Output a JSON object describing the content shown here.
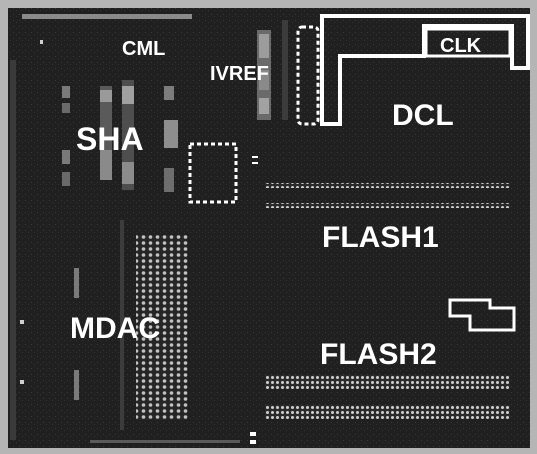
{
  "labels": {
    "cml": "CML",
    "ivref": "IVREF",
    "clk": "CLK",
    "sha": "SHA",
    "dcl": "DCL",
    "flash1": "FLASH1",
    "mdac": "MDAC",
    "flash2": "FLASH2"
  },
  "colors": {
    "background": "#1c1c1c",
    "die_border": "#a8a8a8",
    "label": "#ffffff",
    "outline": "#ffffff",
    "circuit_light": "#bdbdbd",
    "circuit_mid": "#7a7a7a",
    "circuit_dark": "#4a4a4a"
  }
}
